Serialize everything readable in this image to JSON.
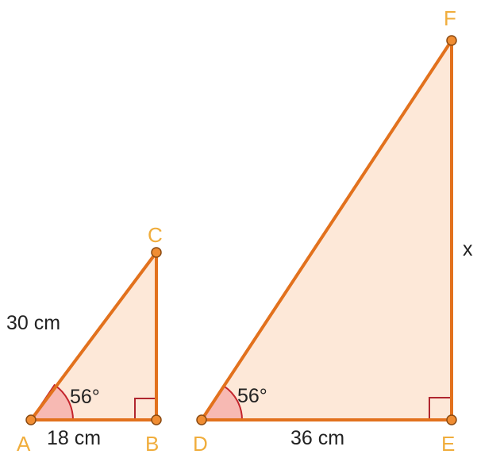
{
  "colors": {
    "stroke": "#e2711d",
    "fill": "#fde8d8",
    "angle_fill": "#f7b9b3",
    "angle_stroke": "#c4242c",
    "right_angle": "#b0262f",
    "vertex_label": "#f0ad3c",
    "point_fill": "#f08d33",
    "text": "#222222"
  },
  "small_triangle": {
    "vertices": {
      "A": "A",
      "B": "B",
      "C": "C"
    },
    "hypotenuse_label": "30 cm",
    "base_label": "18 cm",
    "angle_label": "56°"
  },
  "large_triangle": {
    "vertices": {
      "D": "D",
      "E": "E",
      "F": "F"
    },
    "base_label": "36 cm",
    "side_label": "x",
    "angle_label": "56°"
  }
}
